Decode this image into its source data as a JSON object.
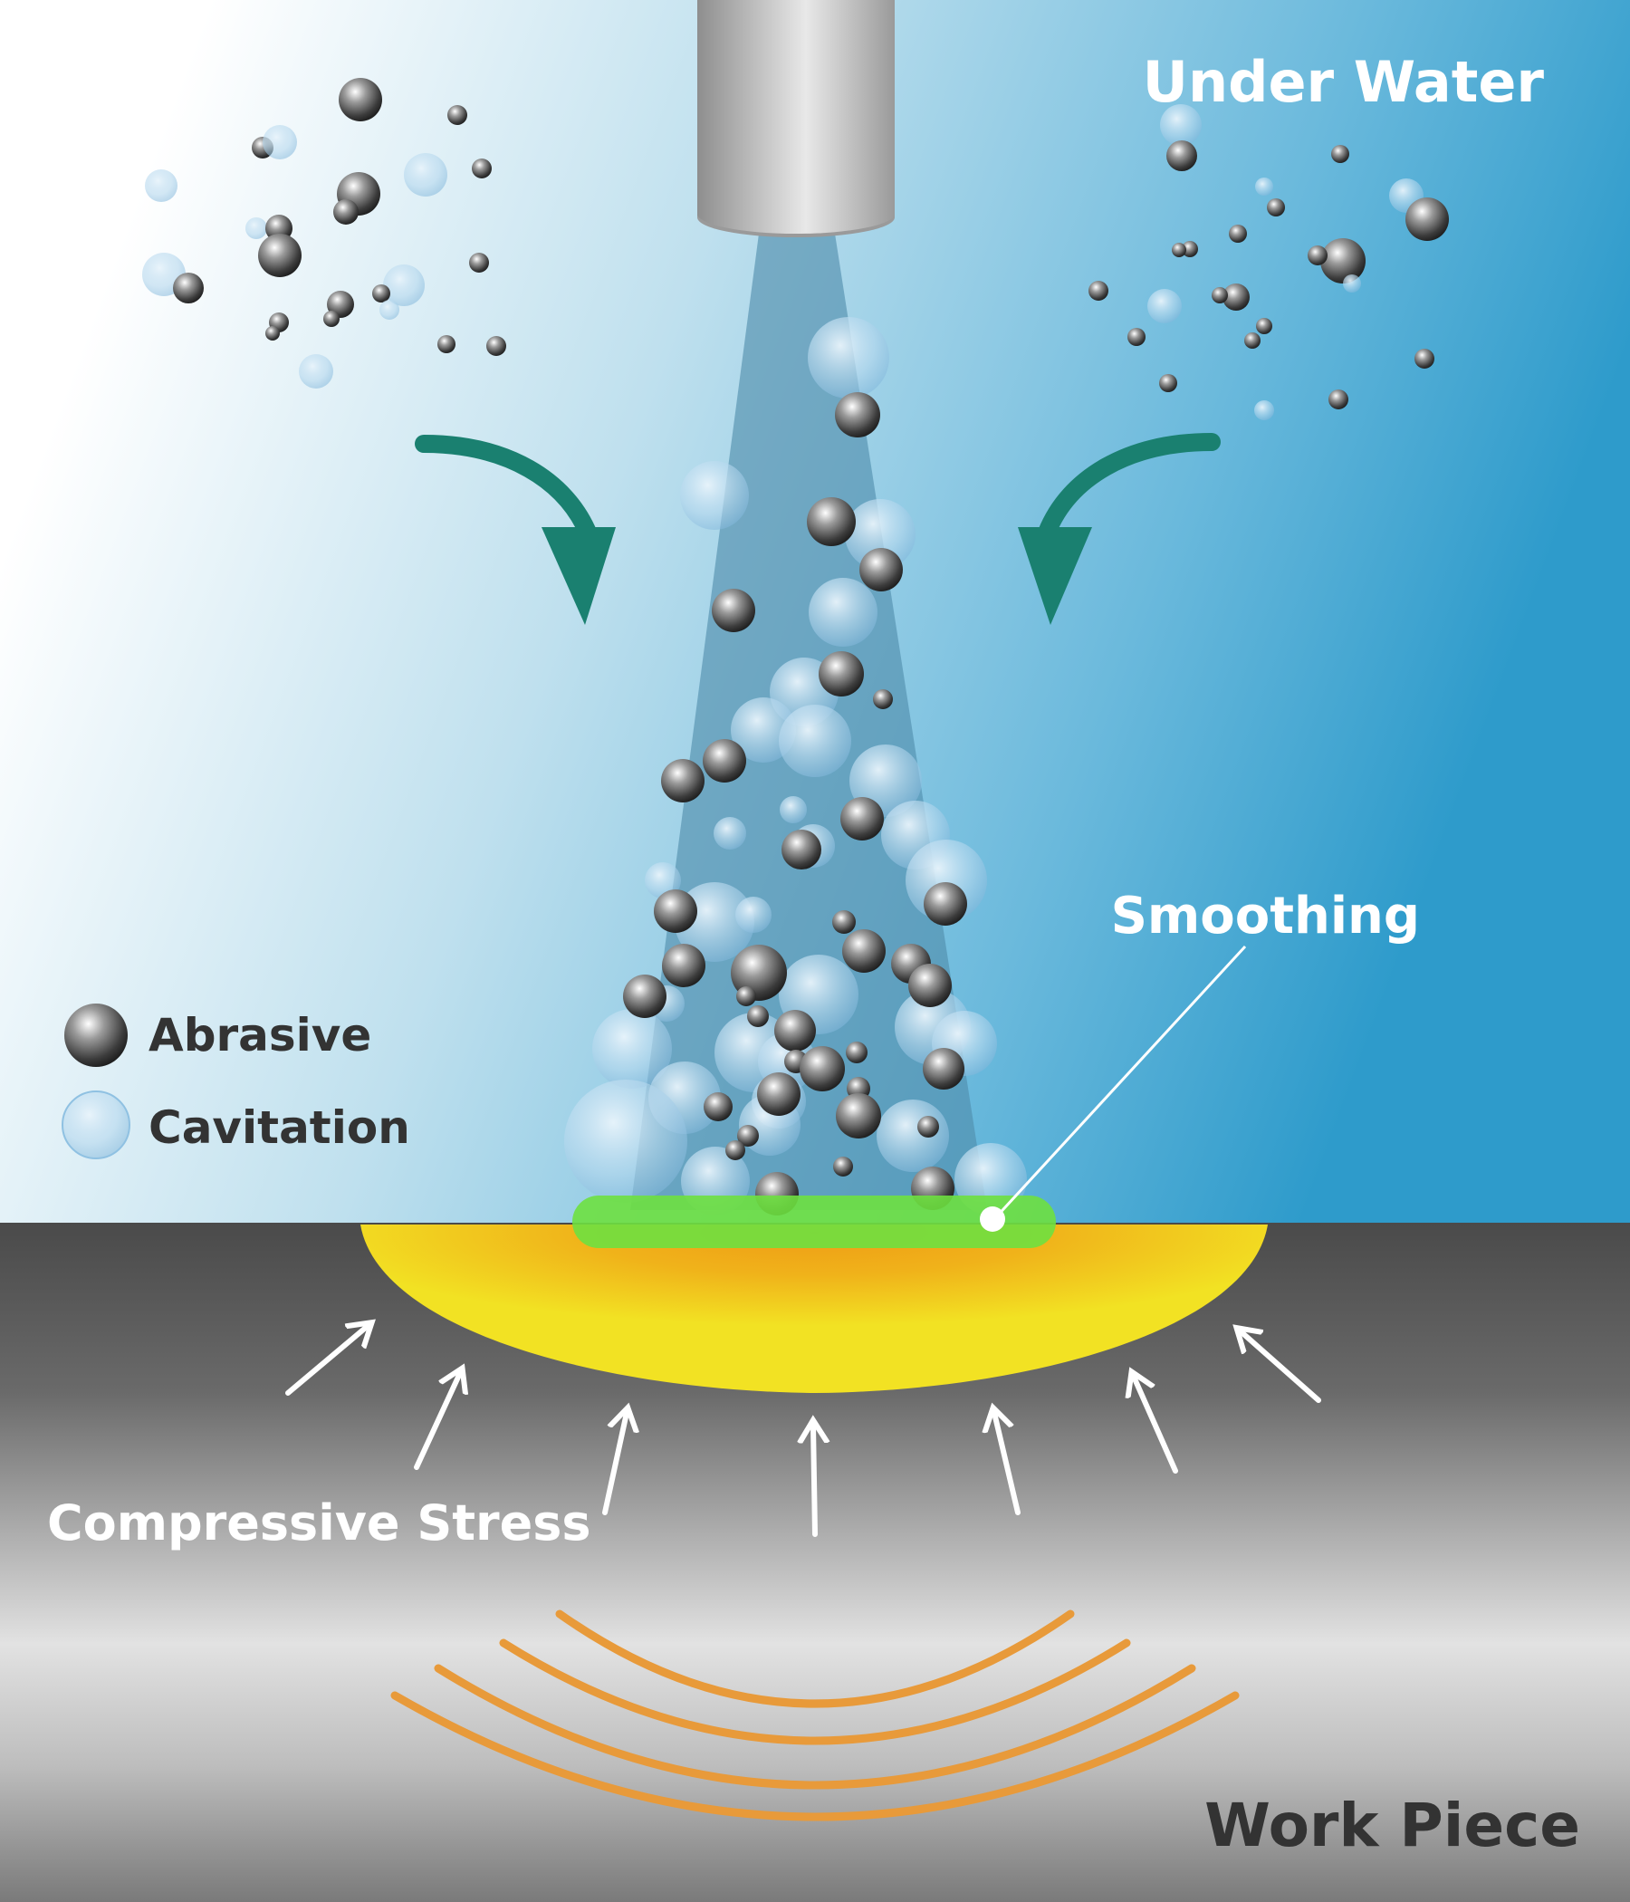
{
  "labels": {
    "environment": "Under Water",
    "smoothing": "Smoothing",
    "compressive_stress": "Compressive Stress",
    "work_piece": "Work Piece"
  },
  "legend": {
    "items": [
      {
        "label": "Abrasive",
        "icon": "abrasive-particle-icon"
      },
      {
        "label": "Cavitation",
        "icon": "cavitation-bubble-icon"
      }
    ]
  },
  "colors": {
    "water_light": "#ffffff",
    "water_deep": "#2e9bcb",
    "flow_arrow": "#1a8070",
    "smoothing_band": "#6ee040",
    "stress_zone": "#f2e223",
    "stress_zone_core": "#f0a818",
    "stress_wave": "#e89a3a",
    "label_light": "#ffffff",
    "label_dark": "#333333"
  }
}
